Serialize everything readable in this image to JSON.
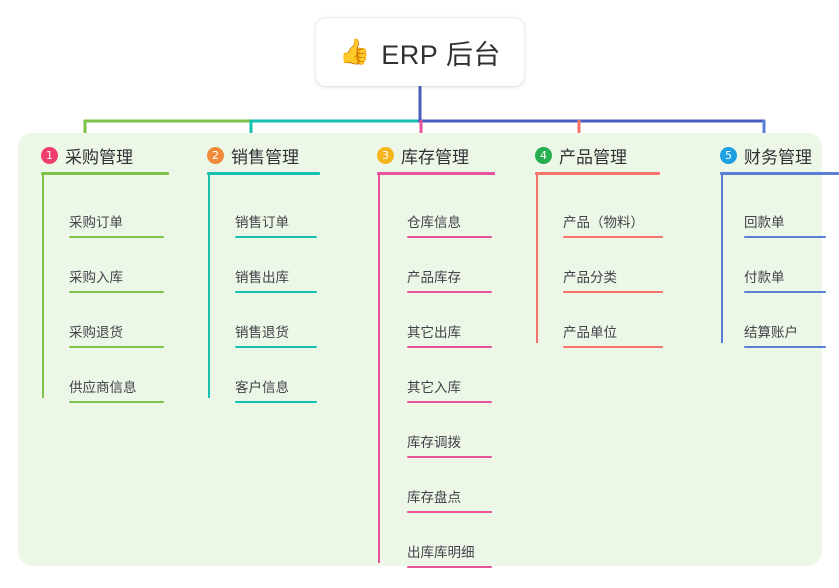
{
  "root": {
    "icon": "thumbs-up-icon",
    "emoji": "👍",
    "title": "ERP 后台"
  },
  "palette": {
    "panel_bg": "#edf7e8",
    "page_bg": "#ffffff",
    "root_text": "#303133",
    "green": "#7ec24a",
    "teal": "#16c0b0",
    "pink": "#e8529b",
    "coral": "#f4736b",
    "blue": "#5b7fd4",
    "indigo": "#4a5bc0",
    "badge1": "#ef3e6d",
    "badge2": "#f08b3c",
    "badge3": "#f4b51f",
    "badge4": "#27ae4f",
    "badge5": "#1fa0e0"
  },
  "columns": [
    {
      "index": "1",
      "badge_color": "#ef3e6d",
      "line_color": "#7ec24a",
      "title": "采购管理",
      "items": [
        "采购订单",
        "采购入库",
        "采购退货",
        "供应商信息"
      ]
    },
    {
      "index": "2",
      "badge_color": "#f08b3c",
      "line_color": "#16c0b0",
      "title": "销售管理",
      "items": [
        "销售订单",
        "销售出库",
        "销售退货",
        "客户信息"
      ]
    },
    {
      "index": "3",
      "badge_color": "#f4b51f",
      "line_color": "#e8529b",
      "title": "库存管理",
      "items": [
        "仓库信息",
        "产品库存",
        "其它出库",
        "其它入库",
        "库存调拨",
        "库存盘点",
        "出库库明细"
      ]
    },
    {
      "index": "4",
      "badge_color": "#27ae4f",
      "line_color": "#f4736b",
      "title": "产品管理",
      "items": [
        "产品（物料）",
        "产品分类",
        "产品单位"
      ]
    },
    {
      "index": "5",
      "badge_color": "#1fa0e0",
      "line_color": "#5b7fd4",
      "title": "财务管理",
      "items": [
        "回款单",
        "付款单",
        "结算账户"
      ]
    }
  ]
}
